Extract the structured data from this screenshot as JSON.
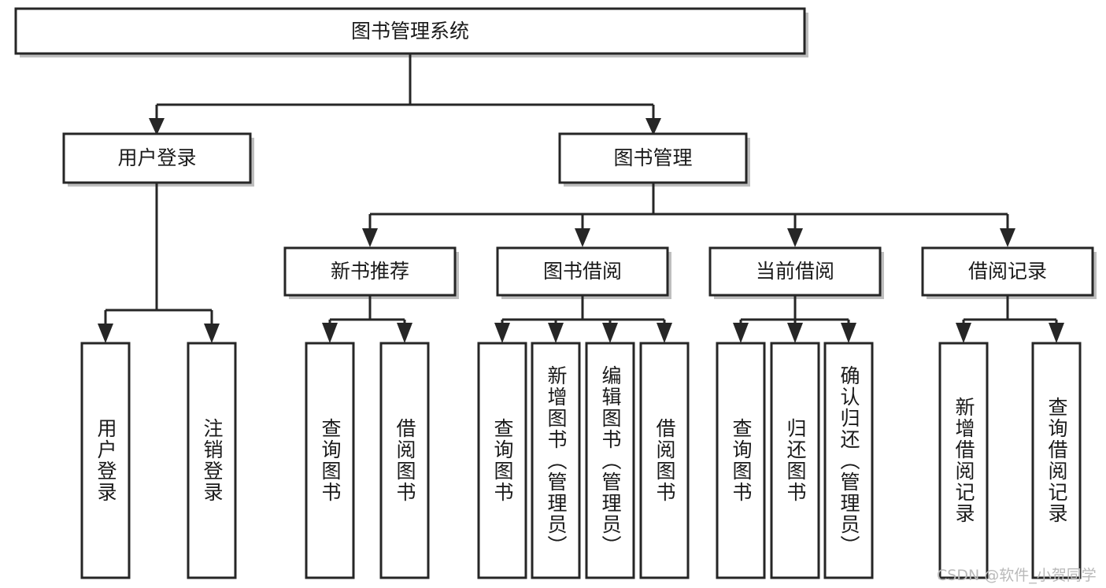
{
  "diagram": {
    "type": "tree",
    "title": "图书管理系统",
    "root": {
      "id": "root",
      "label": "图书管理系统"
    },
    "level2": [
      {
        "id": "user-login",
        "label": "用户登录"
      },
      {
        "id": "book-manage",
        "label": "图书管理"
      }
    ],
    "level3": [
      {
        "id": "new-book-recommend",
        "label": "新书推荐",
        "parent": "book-manage"
      },
      {
        "id": "book-borrow",
        "label": "图书借阅",
        "parent": "book-manage"
      },
      {
        "id": "current-borrow",
        "label": "当前借阅",
        "parent": "book-manage"
      },
      {
        "id": "borrow-record",
        "label": "借阅记录",
        "parent": "book-manage"
      }
    ],
    "leaves": [
      {
        "id": "leaf-user-login",
        "label": "用户登录",
        "parent": "user-login"
      },
      {
        "id": "leaf-logout-login",
        "label": "注销登录",
        "parent": "user-login"
      },
      {
        "id": "leaf-query-book-1",
        "label": "查询图书",
        "parent": "new-book-recommend"
      },
      {
        "id": "leaf-borrow-book-1",
        "label": "借阅图书",
        "parent": "new-book-recommend"
      },
      {
        "id": "leaf-query-book-2",
        "label": "查询图书",
        "parent": "book-borrow"
      },
      {
        "id": "leaf-add-book",
        "label": "新增图书（管理员）",
        "parent": "book-borrow"
      },
      {
        "id": "leaf-edit-book",
        "label": "编辑图书（管理员）",
        "parent": "book-borrow"
      },
      {
        "id": "leaf-borrow-book-2",
        "label": "借阅图书",
        "parent": "book-borrow"
      },
      {
        "id": "leaf-query-book-3",
        "label": "查询图书",
        "parent": "current-borrow"
      },
      {
        "id": "leaf-return-book",
        "label": "归还图书",
        "parent": "current-borrow"
      },
      {
        "id": "leaf-confirm-return",
        "label": "确认归还（管理员）",
        "parent": "current-borrow"
      },
      {
        "id": "leaf-add-record",
        "label": "新增借阅记录",
        "parent": "borrow-record"
      },
      {
        "id": "leaf-query-record",
        "label": "查询借阅记录",
        "parent": "borrow-record"
      }
    ],
    "colors": {
      "box_stroke": "#262626",
      "box_fill": "#ffffff",
      "connector": "#262626",
      "text": "#1a1a1a",
      "watermark": "#b9b9b9",
      "background": "#ffffff"
    }
  },
  "watermark": {
    "text": "CSDN @软件_小贺同学"
  }
}
